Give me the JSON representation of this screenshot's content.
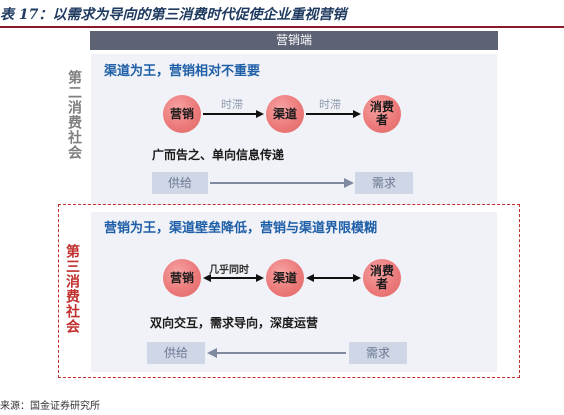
{
  "title": "表 17：以需求为导向的第三消费时代促使企业重视营销",
  "header": "营销端",
  "side_labels": {
    "era2": "第二消费社会",
    "era3": "第三消费社会"
  },
  "era2": {
    "heading": "渠道为王，营销相对不重要",
    "nodes": {
      "marketing": "营销",
      "channel": "渠道",
      "consumer": "消费者"
    },
    "edge_labels": {
      "first": "时滞",
      "second": "时滞"
    },
    "note": "广而告之、单向信息传递",
    "supply": "供给",
    "demand": "需求"
  },
  "era3": {
    "heading": "营销为王，渠道壁垒降低，营销与渠道界限模糊",
    "nodes": {
      "marketing": "营销",
      "channel": "渠道",
      "consumer": "消费者"
    },
    "edge_labels": {
      "first": "几乎同时"
    },
    "note": "双向交互，需求导向，深度运营",
    "supply": "供给",
    "demand": "需求"
  },
  "source": "来源：国金证券研究所",
  "colors": {
    "accent": "#c0302e",
    "node": "#ec7a7a",
    "heading": "#1f5fa8",
    "header_bg": "#5d6275"
  }
}
